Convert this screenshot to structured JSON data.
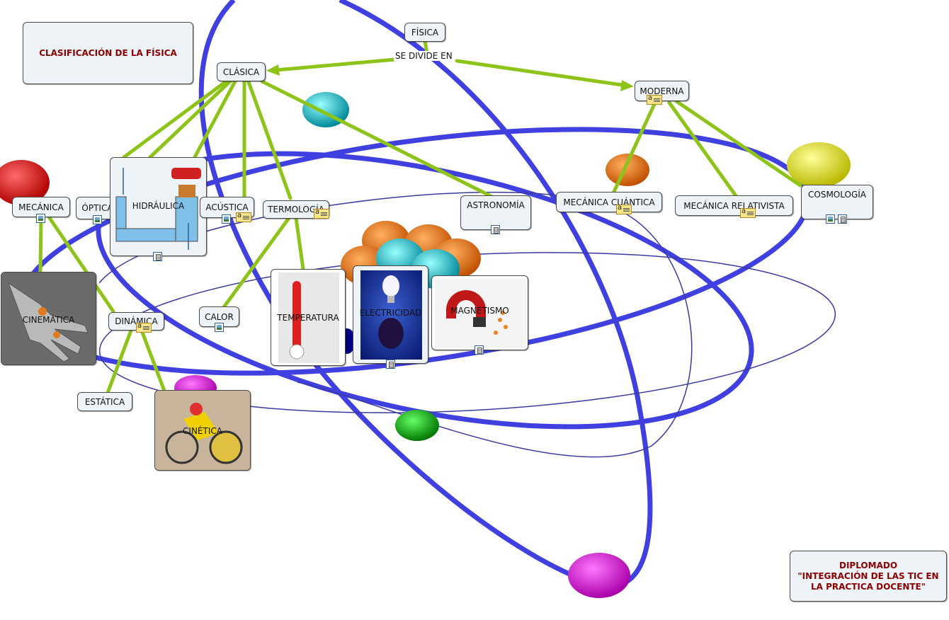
{
  "title_box": {
    "text": "CLASIFICACIÓN DE LA FÍSICA"
  },
  "footer_box": {
    "line1": "DIPLOMADO",
    "line2": "\"INTEGRACIÓN DE LAS TIC EN",
    "line3": "LA PRACTICA DOCENTE\""
  },
  "link_phrase": "SE DIVIDE EN",
  "nodes": {
    "fisica": "FÍSICA",
    "clasica": "CLÁSICA",
    "moderna": "MODERNA",
    "mecanica": "MECÁNICA",
    "optica": "ÓPTICA",
    "hidraulica": "HIDRÁULICA",
    "acustica": "ACÚSTICA",
    "termologia": "TERMOLOGÍA",
    "astronomia": "ASTRONOMÍA",
    "mecanica_cuantica": "MECÁNICA CUÁNTICA",
    "mecanica_relativista": "MECÁNICA RELATIVISTA",
    "cosmologia": "COSMOLOGÍA",
    "cinematica": "CINEMÁTICA",
    "dinamica": "DINÁMICA",
    "calor": "CALOR",
    "temperatura": "TEMPERATURA",
    "electricidad": "ELECTRICIDAD",
    "magnetismo": "MAGNETISMO",
    "estatica": "ESTÁTICA",
    "cinetica": "CINÉTICA"
  },
  "colors": {
    "orbit": "#4040e0",
    "connector": "#8ec31a",
    "title_text": "#8b0000",
    "node_bg": "#eef3f7"
  },
  "icons": [
    "image-resource-icon",
    "document-resource-icon",
    "note-icon"
  ]
}
